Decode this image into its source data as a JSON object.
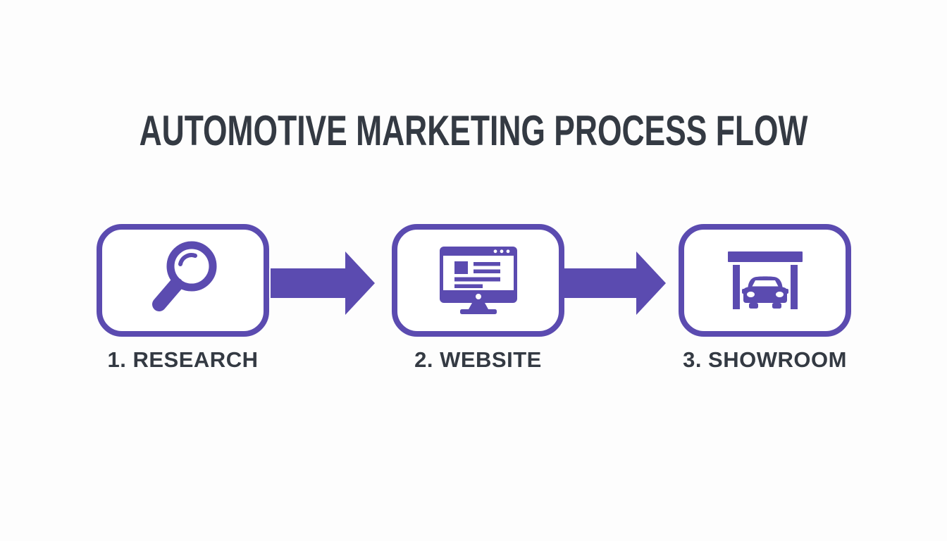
{
  "title": "AUTOMOTIVE MARKETING PROCESS FLOW",
  "colors": {
    "accent_purple": "#5B4BB0",
    "text_dark": "#343A43",
    "background": "#FDFDFD",
    "box_fill": "#FFFFFF"
  },
  "flow": {
    "steps": [
      {
        "label": "1. RESEARCH",
        "icon": "magnifier-icon"
      },
      {
        "label": "2. WEBSITE",
        "icon": "monitor-website-icon"
      },
      {
        "label": "3. SHOWROOM",
        "icon": "car-showroom-icon"
      }
    ],
    "connector_icon": "arrow-right-icon"
  }
}
